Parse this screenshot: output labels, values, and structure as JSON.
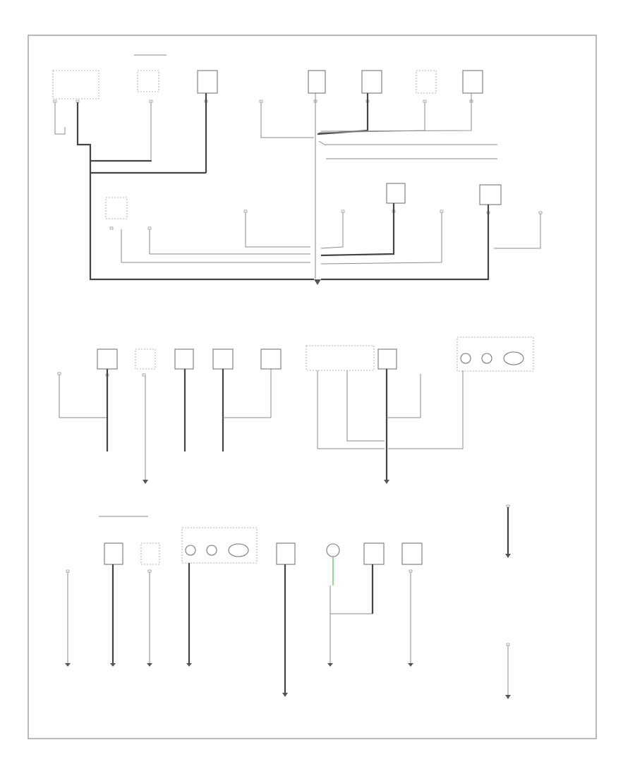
{
  "diagram": {
    "colors": {
      "wire": "#8a8a8a",
      "ground_bus": "#444444",
      "green_wire": "#4cc04c"
    },
    "footer_code": "",
    "top_section": {
      "header_label": "",
      "components": [
        {
          "id": "fuse-box-ground",
          "label": "",
          "pin": "",
          "wire": ""
        },
        {
          "id": "reverse-relay",
          "label": "",
          "pin": "",
          "wire": ""
        },
        {
          "id": "cruise-control-relay",
          "label": "",
          "pin": "",
          "wire": ""
        },
        {
          "id": "dash-panel",
          "label": "",
          "pin": "",
          "wire": ""
        },
        {
          "id": "daytime-running-unit",
          "label": "",
          "pin": "",
          "wire": ""
        },
        {
          "id": "seat-heater-unit",
          "label": "",
          "pin": "",
          "wire": ""
        },
        {
          "id": "door-lock-switch",
          "label": "",
          "pin": "",
          "wire": ""
        },
        {
          "id": "rear-defogger",
          "label": "",
          "pin": "",
          "wire": ""
        },
        {
          "id": "combination-switch",
          "label": "",
          "pin": "",
          "wire": ""
        },
        {
          "id": "cluster-unit",
          "label": "",
          "pin": "",
          "wire": ""
        },
        {
          "id": "transmission-switch",
          "label": "",
          "pin": "",
          "wire": ""
        },
        {
          "id": "shift-lock-solenoid",
          "label": "",
          "pin": "",
          "wire": ""
        },
        {
          "id": "overdrive-switch",
          "label": "",
          "pin": "",
          "wire": ""
        },
        {
          "id": "left-front-harness-connector",
          "label": "",
          "pin": "",
          "wire": ""
        },
        {
          "id": "left-door-speaker",
          "label": "",
          "pin": "",
          "wire": ""
        }
      ],
      "ground_label": ""
    },
    "middle_section": {
      "components": [
        {
          "id": "climate-control",
          "label": "",
          "pin": "",
          "wire": ""
        },
        {
          "id": "tail-control-unit",
          "label": "",
          "pin": "",
          "wire": ""
        },
        {
          "id": "right-belt-retractor",
          "label": "",
          "pin": "",
          "wire": ""
        },
        {
          "id": "cruise-actuator",
          "label": "",
          "pin": "",
          "wire": ""
        },
        {
          "id": "right-door-speaker",
          "label": "",
          "pin": "",
          "wire": ""
        },
        {
          "id": "right-power-window-motor",
          "label": "",
          "pin": "",
          "wire": ""
        },
        {
          "id": "trunk-release-switch",
          "label": "",
          "pin": "",
          "wire": ""
        },
        {
          "id": "rear-defogger-grid",
          "label": "",
          "pin": "",
          "wire": ""
        },
        {
          "id": "high-mount-brake-light",
          "label": "",
          "pin": "",
          "wire": ""
        },
        {
          "id": "right-tail-light",
          "label": "",
          "pin": "",
          "wire": ""
        }
      ],
      "ground_labels": [
        "",
        ""
      ],
      "side_note": ""
    },
    "bottom_section": {
      "header_label": "",
      "components": [
        {
          "id": "left-rear-power-window-switch",
          "label": "",
          "pin": "",
          "wire": ""
        },
        {
          "id": "license-light-left",
          "label": "",
          "pin": "",
          "wire": ""
        },
        {
          "id": "license-light-right",
          "label": "",
          "pin": "",
          "wire": ""
        },
        {
          "id": "left-tail-light",
          "label": "",
          "pin": "",
          "wire": ""
        },
        {
          "id": "left-rear-belt-retractor",
          "label": "",
          "pin": "",
          "wire": ""
        },
        {
          "id": "license-lamp",
          "label": "",
          "pin": "",
          "wire": ""
        },
        {
          "id": "trunk-light",
          "label": "",
          "pin": "",
          "wire": ""
        },
        {
          "id": "trunk-opener-motor",
          "label": "",
          "pin": "",
          "wire": ""
        },
        {
          "id": "body-ground-point-a",
          "label": "",
          "pin": "",
          "wire": ""
        },
        {
          "id": "body-ground-point-b",
          "label": "",
          "pin": "",
          "wire": ""
        }
      ],
      "ground_labels": [
        "",
        "",
        ""
      ]
    }
  }
}
